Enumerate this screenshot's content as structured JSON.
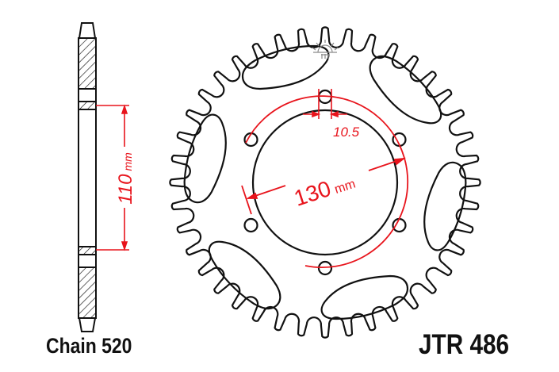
{
  "title_labels": {
    "chain": "Chain 520",
    "part_number": "JTR 486"
  },
  "dimensions": {
    "side_offset": "110",
    "side_offset_unit": "mm",
    "bolt_circle": "130",
    "bolt_circle_unit": "mm",
    "bolt_hole": "10.5"
  },
  "sprocket": {
    "teeth": 40,
    "bolt_holes": 6,
    "lightening_slots": 6
  },
  "colors": {
    "outline": "#111111",
    "dimension": "#e8141c",
    "background": "#ffffff",
    "logo": "#8a8a8a"
  }
}
